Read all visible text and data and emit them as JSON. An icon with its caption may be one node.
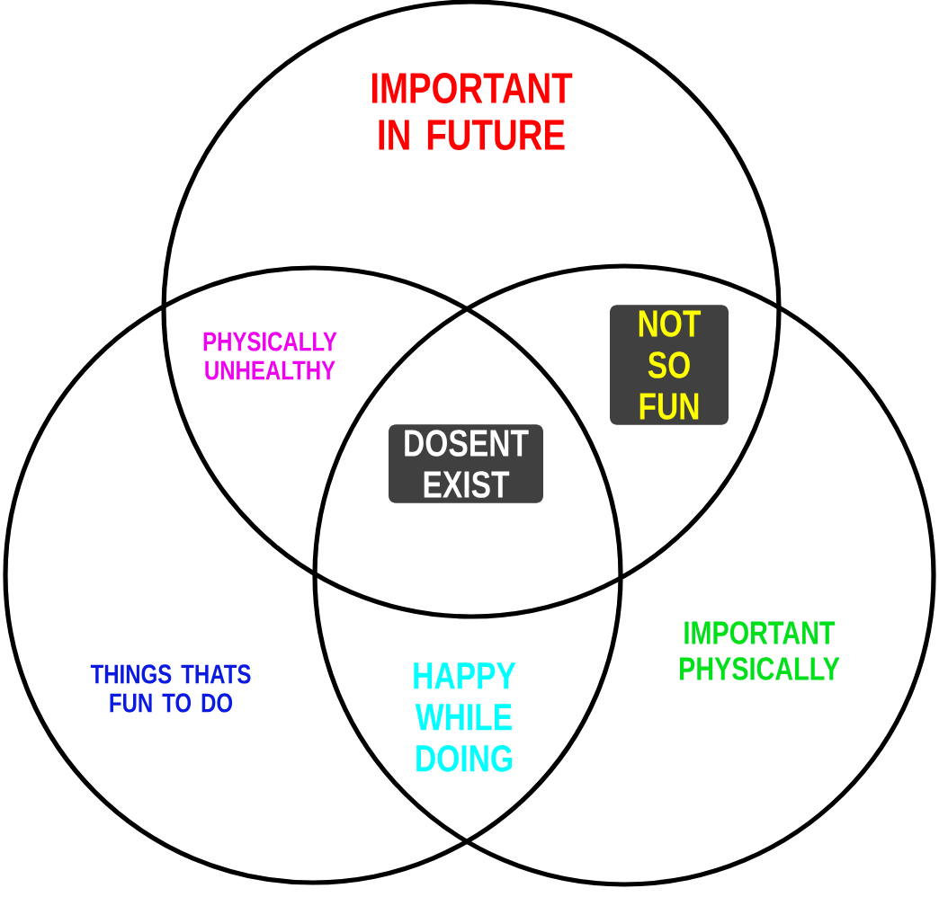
{
  "diagram": {
    "nodes": [
      {
        "text": [
          "IMPORTANT IN FUTURE"
        ]
      },
      {
        "text": [
          "THINGS THATS FUN TO DO"
        ]
      },
      {
        "text": [
          "IMPORTANT PHYSICALLY"
        ]
      }
    ],
    "labels": [
      "PHYSICALLY UNHEALTHY",
      "NOT SO FUN",
      "DOSENT EXIST",
      "HAPPY WHILE DOING"
    ]
  }
}
